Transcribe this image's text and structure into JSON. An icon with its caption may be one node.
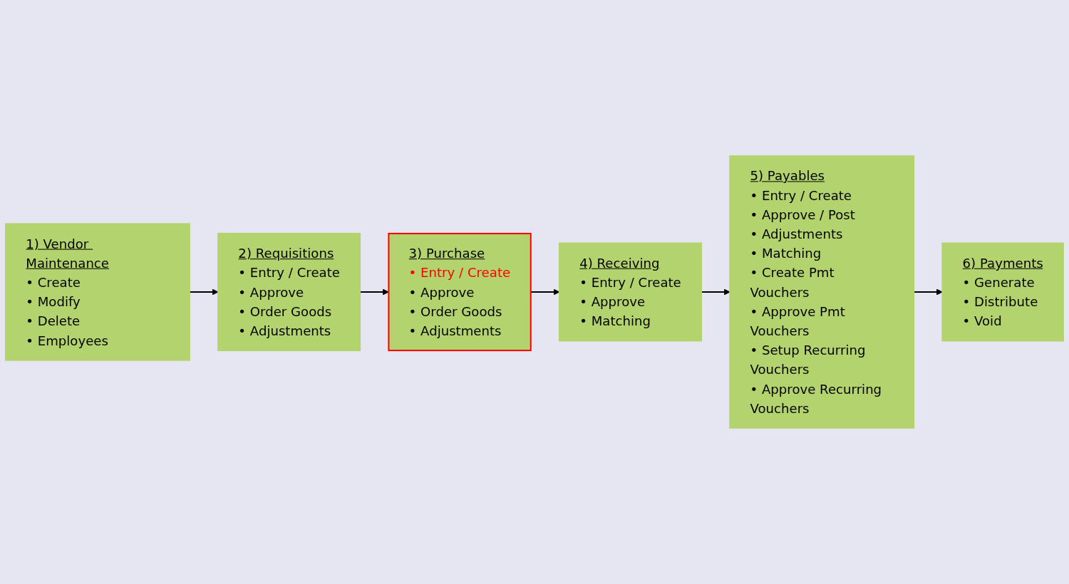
{
  "diagram": {
    "nodes": [
      {
        "text": [
          "1) Vendor Maintenance",
          "• Create",
          "• Modify",
          "• Delete",
          "• Employees"
        ]
      },
      {
        "text": [
          "2) Requisitions",
          "• Entry / Create",
          "• Approve",
          "• Order Goods",
          "• Adjustments"
        ]
      },
      {
        "text": [
          "3) Purchase",
          "• Entry / Create",
          "• Approve",
          "• Order Goods",
          "• Adjustments"
        ]
      },
      {
        "text": [
          "4) Receiving",
          "• Entry / Create",
          "• Approve",
          "• Matching"
        ]
      },
      {
        "text": [
          "5) Payables",
          "• Entry / Create",
          "• Approve / Post",
          "• Adjustments",
          "• Matching",
          "• Create Pmt Vouchers",
          "• Approve Pmt Vouchers",
          "• Setup Recurring Vouchers",
          "• Approve Recurring Vouchers"
        ]
      },
      {
        "text": [
          "6) Payments",
          "• Generate",
          "• Distribute",
          "• Void"
        ]
      }
    ],
    "edges": [
      {
        "from": 0,
        "to": 1,
        "arrow": "to"
      },
      {
        "from": 1,
        "to": 2,
        "arrow": "to"
      },
      {
        "from": 2,
        "to": 3,
        "arrow": "to"
      },
      {
        "from": 3,
        "to": 4,
        "arrow": "to"
      },
      {
        "from": 4,
        "to": 5,
        "arrow": "to"
      }
    ]
  }
}
